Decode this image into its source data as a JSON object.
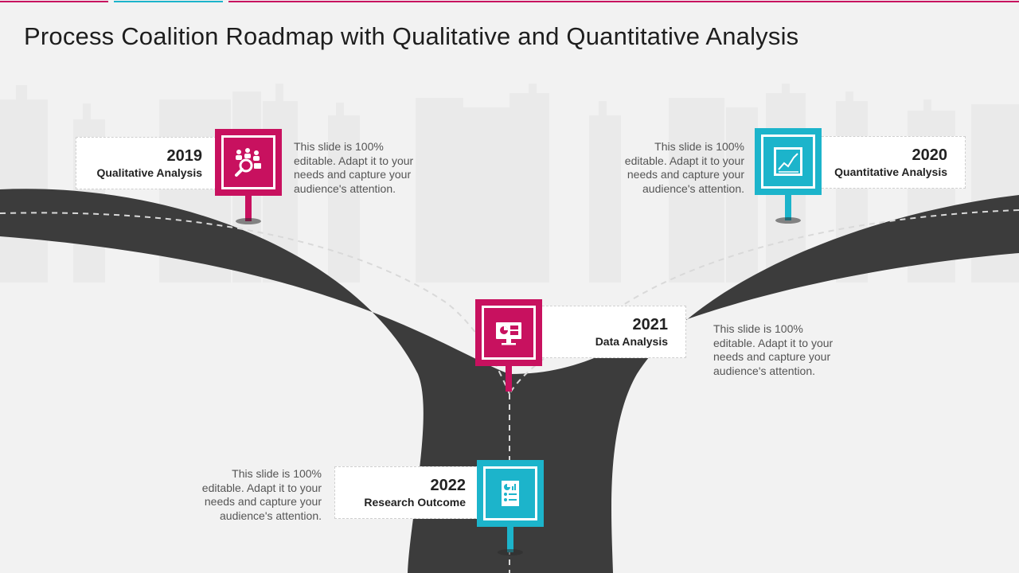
{
  "title": "Process Coalition Roadmap with Qualitative and Quantitative Analysis",
  "colors": {
    "pink": "#c8115f",
    "teal": "#1cb4cb",
    "road": "#3c3c3c"
  },
  "milestones": [
    {
      "year": "2019",
      "name": "Qualitative Analysis",
      "color": "pink",
      "icon": "magnifier-people-icon",
      "desc": "This slide is 100% editable. Adapt it to your needs and capture your audience's attention."
    },
    {
      "year": "2020",
      "name": "Quantitative Analysis",
      "color": "teal",
      "icon": "line-chart-icon",
      "desc": "This slide is 100% editable. Adapt it to your needs and capture your audience's attention."
    },
    {
      "year": "2021",
      "name": "Data Analysis",
      "color": "pink",
      "icon": "monitor-dashboard-icon",
      "desc": "This slide is 100% editable. Adapt it to your needs and capture your audience's attention."
    },
    {
      "year": "2022",
      "name": "Research Outcome",
      "color": "teal",
      "icon": "report-document-icon",
      "desc": "This slide is 100% editable. Adapt it to your needs and capture your audience's attention."
    }
  ]
}
